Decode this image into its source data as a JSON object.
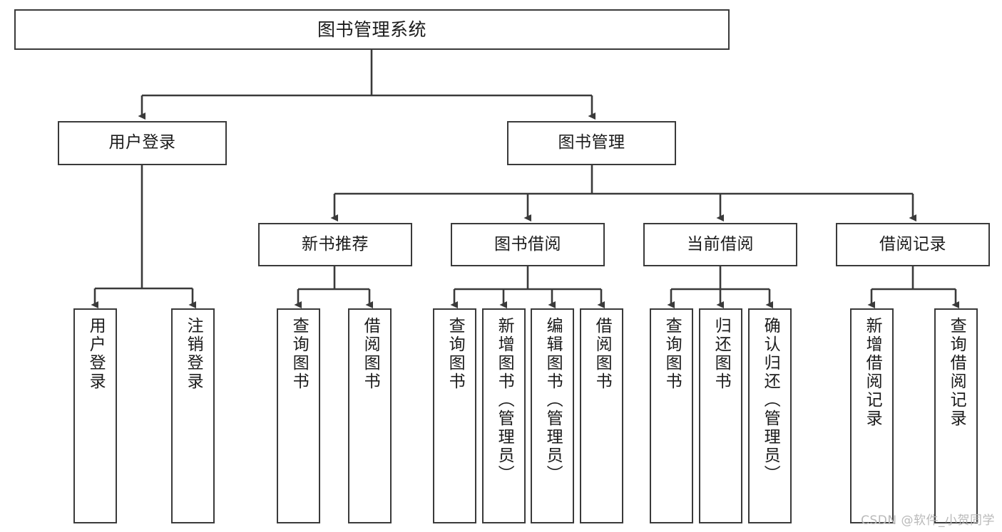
{
  "diagram": {
    "title": "图书管理系统",
    "watermark": "CSDN @软件_小贺同学",
    "colors": {
      "stroke": "#3a3a3a",
      "fill": "#ffffff",
      "text": "#1b1b1b",
      "watermark": "#b9b9b9"
    },
    "root": {
      "label": "图书管理系统"
    },
    "level2": [
      {
        "label": "用户登录"
      },
      {
        "label": "图书管理"
      }
    ],
    "level3": [
      {
        "label": "新书推荐"
      },
      {
        "label": "图书借阅"
      },
      {
        "label": "当前借阅"
      },
      {
        "label": "借阅记录"
      }
    ],
    "leaves": {
      "user_login": [
        {
          "label": "用户登录"
        },
        {
          "label": "注销登录"
        }
      ],
      "new_book": [
        {
          "label": "查询图书"
        },
        {
          "label": "借阅图书"
        }
      ],
      "book_borrow": [
        {
          "label": "查询图书"
        },
        {
          "label": "新增图书（管理员）"
        },
        {
          "label": "编辑图书（管理员）"
        },
        {
          "label": "借阅图书"
        }
      ],
      "current_borrow": [
        {
          "label": "查询图书"
        },
        {
          "label": "归还图书"
        },
        {
          "label": "确认归还（管理员）"
        }
      ],
      "borrow_record": [
        {
          "label": "新增借阅记录"
        },
        {
          "label": "查询借阅记录"
        }
      ]
    }
  }
}
